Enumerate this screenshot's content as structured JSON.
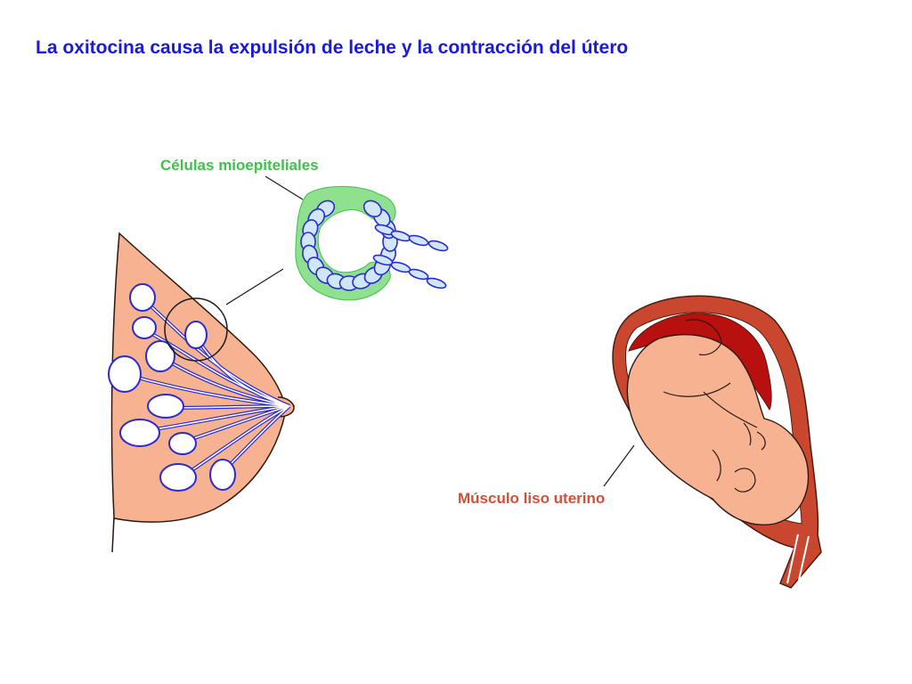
{
  "title": "La oxitocina causa la expulsión de leche y la contracción del útero",
  "labels": {
    "myoepithelial": "Células mioepiteliales",
    "uterine_muscle": "Músculo liso uterino"
  },
  "colors": {
    "title": "#1a1adc",
    "myoepithelial": "#3fc14a",
    "uterine_muscle": "#d2503a",
    "skin": "#f7b292",
    "alveolus_outline": "#2a2ad0",
    "myoepithelial_fill": "#8fe08f",
    "cell_fill": "#cfe6fb",
    "uterus_wall": "#c9472e",
    "placenta": "#b8100f"
  }
}
